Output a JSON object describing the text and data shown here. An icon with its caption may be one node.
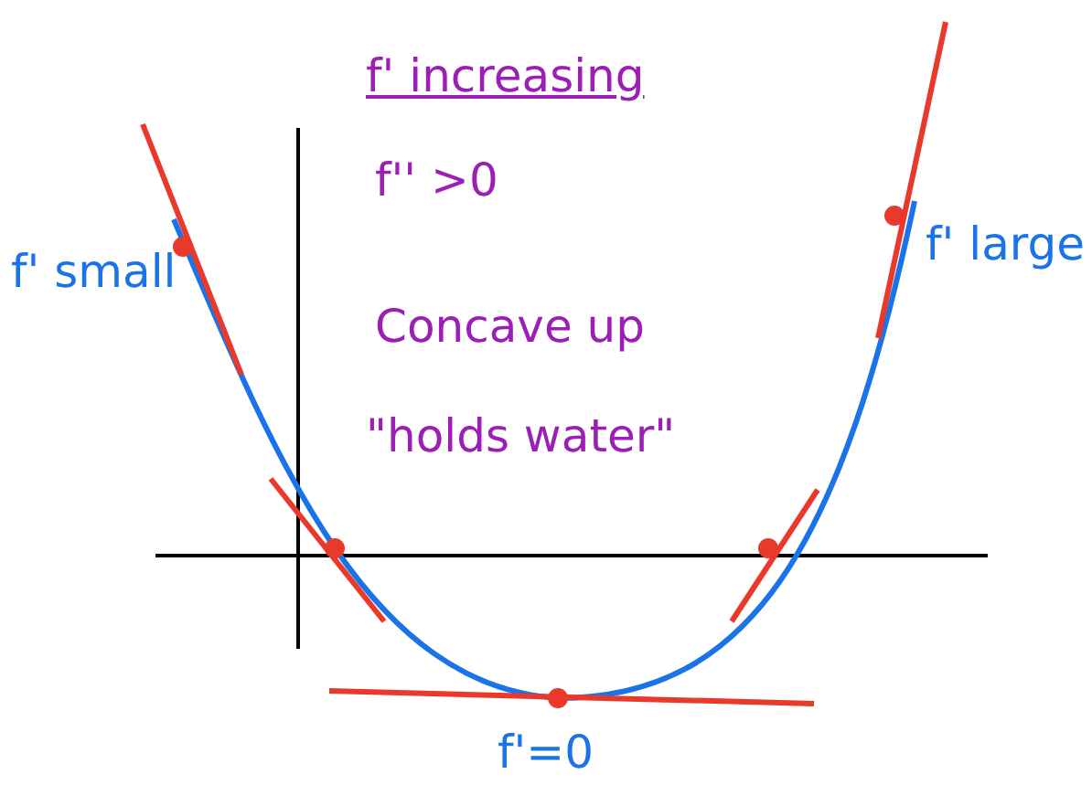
{
  "diagram": {
    "labels": [
      "f' increasing",
      "f'' >0",
      "f' small",
      "f' large",
      "Concave up",
      "\"holds water\"",
      "f'=0"
    ]
  }
}
